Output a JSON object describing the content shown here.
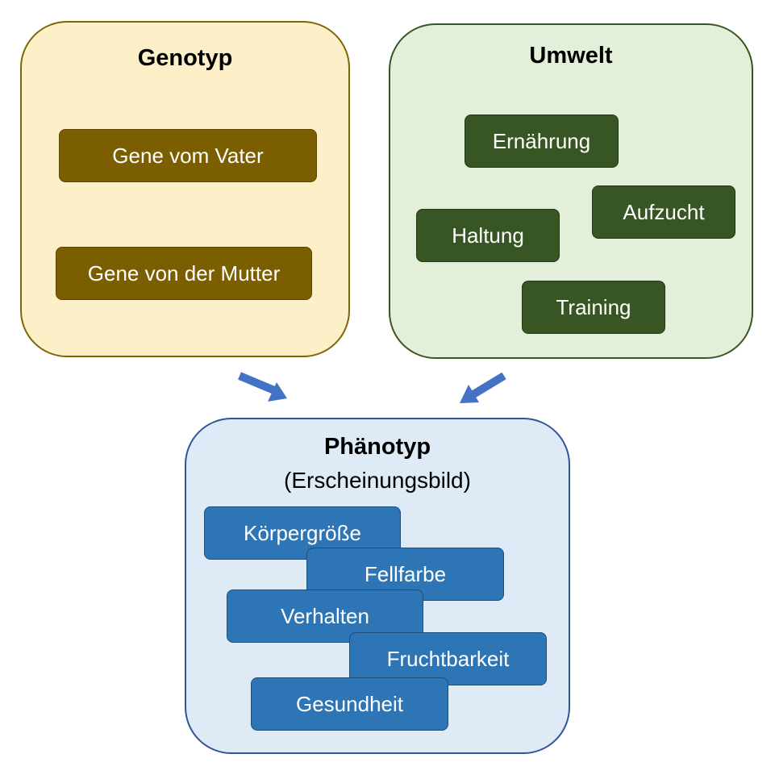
{
  "genotyp": {
    "title": "Genotyp",
    "items": [
      "Gene vom Vater",
      "Gene von der Mutter"
    ]
  },
  "umwelt": {
    "title": "Umwelt",
    "items": [
      "Ernährung",
      "Aufzucht",
      "Haltung",
      "Training"
    ]
  },
  "phaenotyp": {
    "title": "Phänotyp",
    "subtitle": "(Erscheinungsbild)",
    "items": [
      "Körpergröße",
      "Fellfarbe",
      "Verhalten",
      "Fruchtbarkeit",
      "Gesundheit"
    ]
  },
  "colors": {
    "genotyp_fill": "#fdf0c8",
    "genotyp_box": "#7b5e00",
    "umwelt_fill": "#e4efd9",
    "umwelt_box": "#375623",
    "phaenotyp_fill": "#deebf7",
    "phaenotyp_box": "#2e75b6",
    "arrow": "#4472c4"
  }
}
